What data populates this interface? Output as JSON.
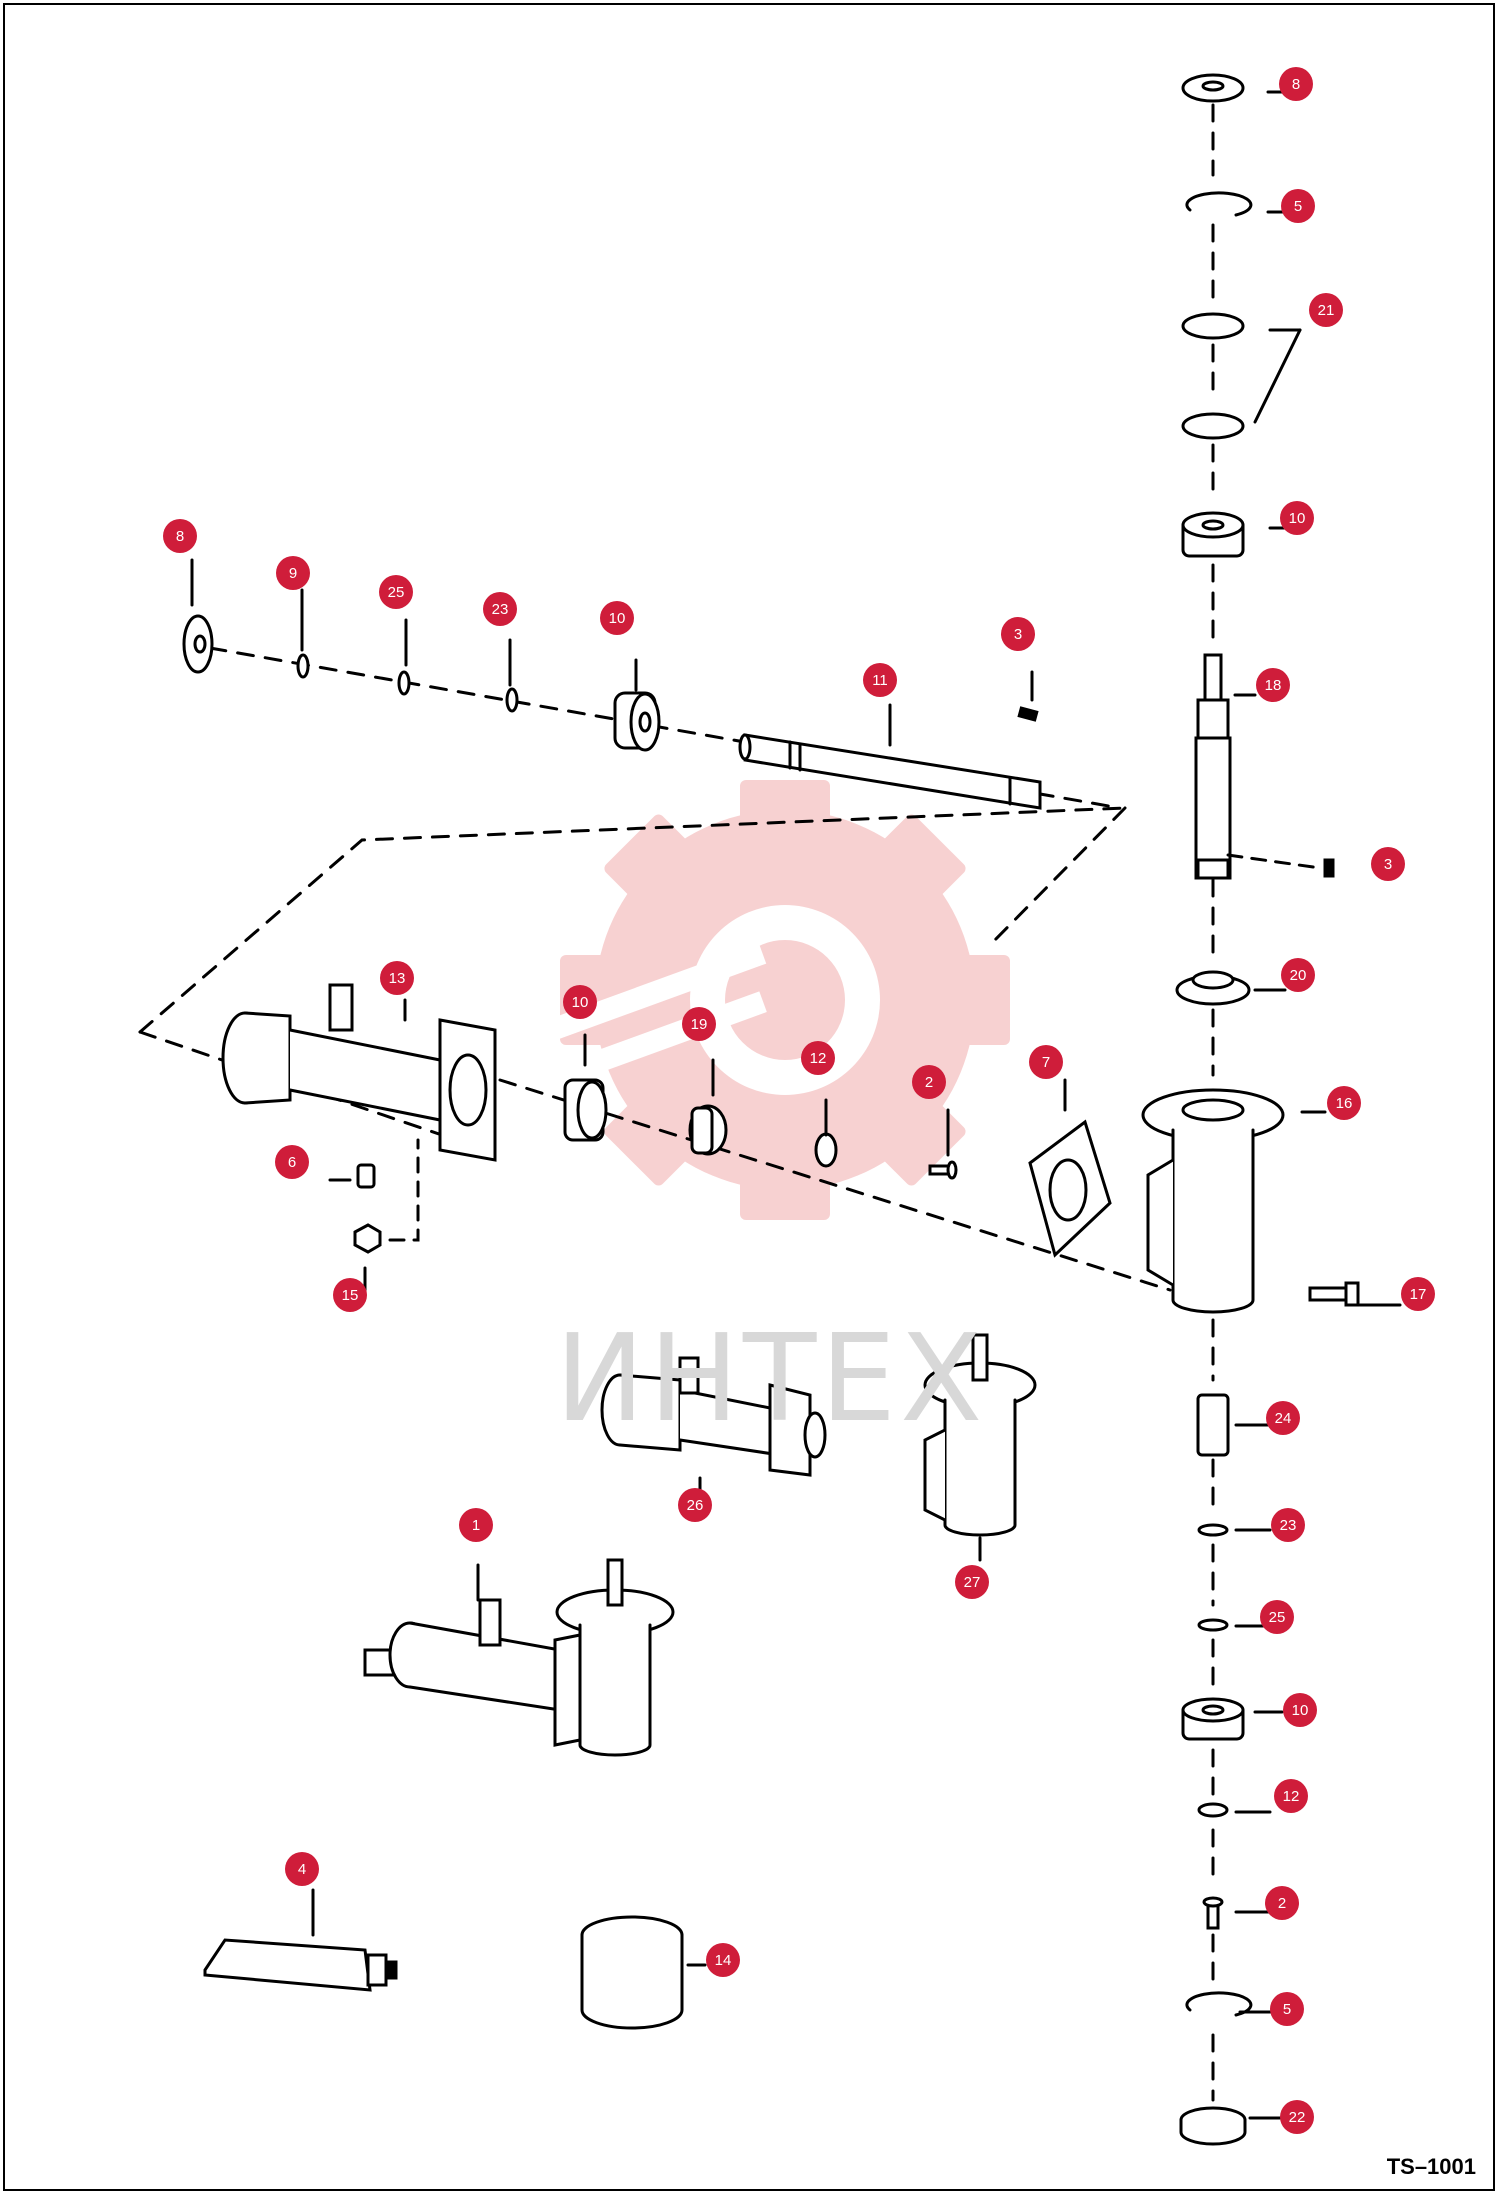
{
  "document_code": "TS–1001",
  "watermark_text": "ИНТЕХ",
  "colors": {
    "callout": "#cf1d3a",
    "watermark": "#f6c8c8",
    "line": "#000000"
  },
  "callouts": [
    {
      "id": "c-8-top",
      "label": "8"
    },
    {
      "id": "c-5-top",
      "label": "5"
    },
    {
      "id": "c-21",
      "label": "21"
    },
    {
      "id": "c-10-a",
      "label": "10"
    },
    {
      "id": "c-18",
      "label": "18"
    },
    {
      "id": "c-3-right",
      "label": "3"
    },
    {
      "id": "c-20",
      "label": "20"
    },
    {
      "id": "c-16",
      "label": "16"
    },
    {
      "id": "c-17",
      "label": "17"
    },
    {
      "id": "c-24",
      "label": "24"
    },
    {
      "id": "c-23-right",
      "label": "23"
    },
    {
      "id": "c-25-right",
      "label": "25"
    },
    {
      "id": "c-10-b",
      "label": "10"
    },
    {
      "id": "c-12-right",
      "label": "12"
    },
    {
      "id": "c-2-right",
      "label": "2"
    },
    {
      "id": "c-5-bottom",
      "label": "5"
    },
    {
      "id": "c-22",
      "label": "22"
    },
    {
      "id": "c-8-left",
      "label": "8"
    },
    {
      "id": "c-9",
      "label": "9"
    },
    {
      "id": "c-25-left",
      "label": "25"
    },
    {
      "id": "c-23-left",
      "label": "23"
    },
    {
      "id": "c-10-c",
      "label": "10"
    },
    {
      "id": "c-3-left",
      "label": "3"
    },
    {
      "id": "c-11",
      "label": "11"
    },
    {
      "id": "c-13",
      "label": "13"
    },
    {
      "id": "c-10-d",
      "label": "10"
    },
    {
      "id": "c-19",
      "label": "19"
    },
    {
      "id": "c-12-left",
      "label": "12"
    },
    {
      "id": "c-2-left",
      "label": "2"
    },
    {
      "id": "c-7",
      "label": "7"
    },
    {
      "id": "c-6",
      "label": "6"
    },
    {
      "id": "c-15",
      "label": "15"
    },
    {
      "id": "c-26",
      "label": "26"
    },
    {
      "id": "c-27",
      "label": "27"
    },
    {
      "id": "c-1",
      "label": "1"
    },
    {
      "id": "c-4",
      "label": "4"
    },
    {
      "id": "c-14",
      "label": "14"
    }
  ]
}
